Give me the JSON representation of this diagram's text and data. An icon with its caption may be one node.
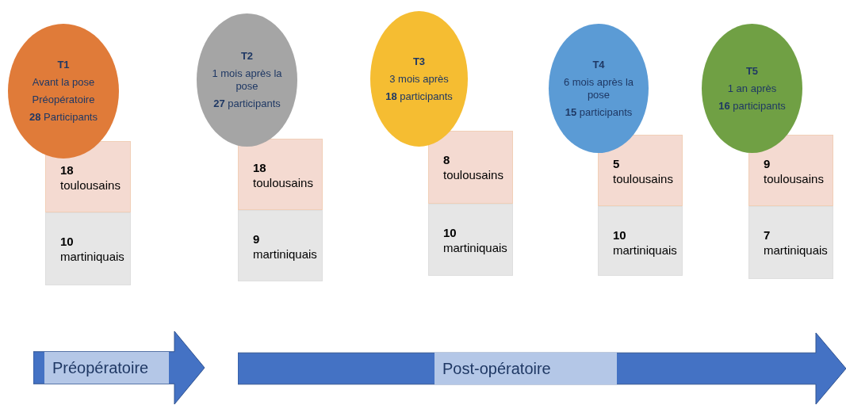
{
  "diagram": {
    "nodes": [
      {
        "text": [
          "T1",
          "Avant la pose",
          "Préopératoire",
          "**28** Participants"
        ]
      },
      {
        "text": [
          "**18** toulousains"
        ]
      },
      {
        "text": [
          "**10** martiniquais"
        ]
      },
      {
        "text": [
          "T2",
          "1 mois après la pose",
          "**27** participants"
        ]
      },
      {
        "text": [
          "**18** toulousains"
        ]
      },
      {
        "text": [
          "**9** martiniquais"
        ]
      },
      {
        "text": [
          "T3",
          "3 mois après",
          "**18** participants"
        ]
      },
      {
        "text": [
          "**8** toulousains"
        ]
      },
      {
        "text": [
          "**10** martiniquais"
        ]
      },
      {
        "text": [
          "T4",
          "6 mois après la pose",
          "**15** participants"
        ]
      },
      {
        "text": [
          "**5** toulousains"
        ]
      },
      {
        "text": [
          "**10** martiniquais"
        ]
      },
      {
        "text": [
          "T5",
          "1 an après",
          "**16** participants"
        ]
      },
      {
        "text": [
          "**9** toulousains"
        ]
      },
      {
        "text": [
          "**7** martiniquais"
        ]
      },
      {
        "text": [
          "Préopératoire"
        ]
      },
      {
        "text": [
          "Post-opératoire"
        ]
      }
    ],
    "edges": []
  }
}
